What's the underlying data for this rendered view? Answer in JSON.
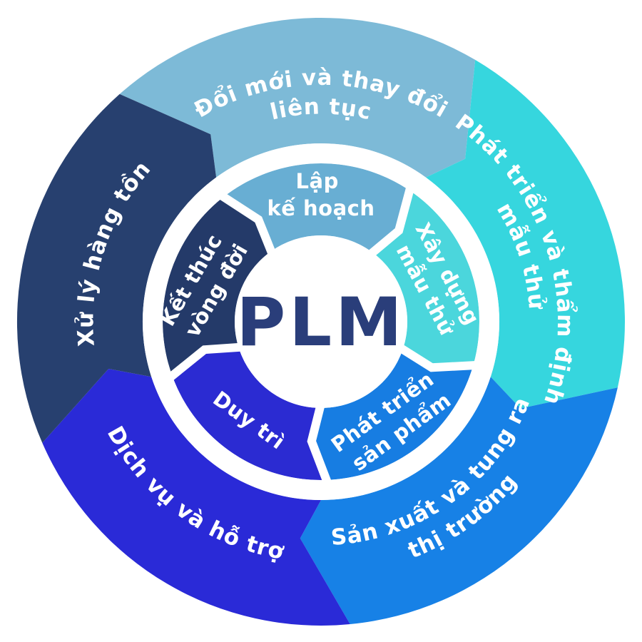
{
  "background_color": "#ffffff",
  "center": {
    "label": "PLM",
    "text_color": "#2a3e7a",
    "circle_color": "#ffffff"
  },
  "ring_outer": [
    {
      "name": "continuous-innovation",
      "label": "Đổi mới và thay đổi liên tục",
      "lines": [
        "Đổi mới và thay đổi",
        "liên tục"
      ],
      "color": "#7dbad7"
    },
    {
      "name": "prototype-development-validation",
      "label": "Phát triển và thẩm định mẫu thử",
      "lines": [
        "Phát triển và thẩm định",
        "mẫu thử"
      ],
      "color": "#36d6de"
    },
    {
      "name": "manufacturing-launch",
      "label": "Sản xuất và tung ra thị trường",
      "lines": [
        "Sản xuất và tung ra",
        "thị trường"
      ],
      "color": "#1781e6"
    },
    {
      "name": "service-support",
      "label": "Dịch vụ và hỗ trợ",
      "lines": [
        "Dịch vụ và hỗ trợ"
      ],
      "color": "#2a2ad7"
    },
    {
      "name": "inventory-handling",
      "label": "Xử lý hàng tồn",
      "lines": [
        "Xử lý hàng tồn"
      ],
      "color": "#27406f"
    }
  ],
  "ring_inner": [
    {
      "name": "planning",
      "label": "Lập kế hoạch",
      "lines": [
        "Lập",
        "kế hoạch"
      ],
      "color": "#68aed3"
    },
    {
      "name": "prototype-build",
      "label": "Xây dựng mẫu thử",
      "lines": [
        "Xây dựng",
        "mẫu thử"
      ],
      "color": "#4bd6dc"
    },
    {
      "name": "product-development",
      "label": "Phát triển sản phẩm",
      "lines": [
        "Phát triển",
        "sản phẩm"
      ],
      "color": "#177de2"
    },
    {
      "name": "maintenance",
      "label": "Duy trì",
      "lines": [
        "Duy trì"
      ],
      "color": "#2b2bd2"
    },
    {
      "name": "end-of-life",
      "label": "Kết thúc vòng đời",
      "lines": [
        "Kết thúc",
        "vòng đời"
      ],
      "color": "#243a69"
    }
  ]
}
